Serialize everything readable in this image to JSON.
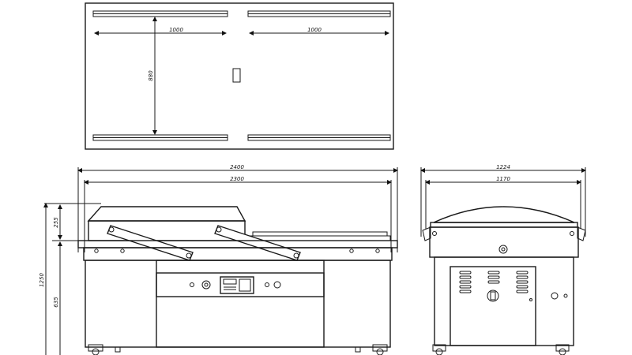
{
  "top_view": {
    "width_left": "1000",
    "width_right": "1000",
    "depth": "880"
  },
  "front_view": {
    "overall_width": "2400",
    "inner_width": "2300",
    "lid_height": "255",
    "total_height": "1250",
    "table_height": "635"
  },
  "side_view": {
    "overall_depth": "1224",
    "inner_depth": "1170"
  }
}
